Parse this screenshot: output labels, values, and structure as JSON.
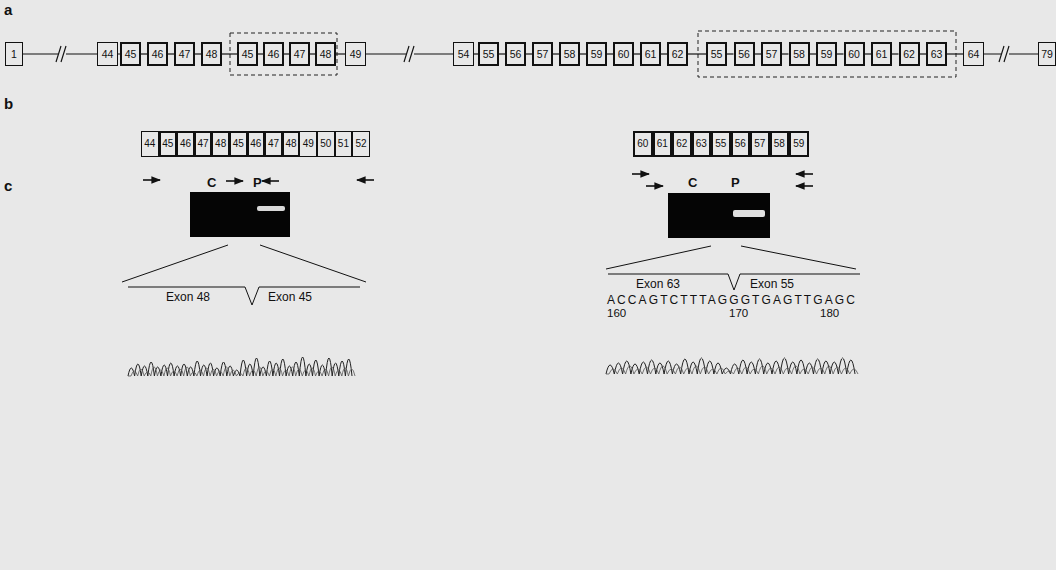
{
  "diagram": {
    "nodes": [
      {
        "text": [
          "1"
        ]
      },
      {
        "text": [
          "44"
        ]
      },
      {
        "text": [
          "45"
        ]
      },
      {
        "text": [
          "46"
        ]
      },
      {
        "text": [
          "47"
        ]
      },
      {
        "text": [
          "48"
        ]
      },
      {
        "text": [
          "45"
        ]
      },
      {
        "text": [
          "46"
        ]
      },
      {
        "text": [
          "47"
        ]
      },
      {
        "text": [
          "48"
        ]
      },
      {
        "text": [
          "49"
        ]
      },
      {
        "text": [
          "54"
        ]
      },
      {
        "text": [
          "55"
        ]
      },
      {
        "text": [
          "56"
        ]
      },
      {
        "text": [
          "57"
        ]
      },
      {
        "text": [
          "58"
        ]
      },
      {
        "text": [
          "59"
        ]
      },
      {
        "text": [
          "60"
        ]
      },
      {
        "text": [
          "61"
        ]
      },
      {
        "text": [
          "62"
        ]
      },
      {
        "text": [
          "55"
        ]
      },
      {
        "text": [
          "56"
        ]
      },
      {
        "text": [
          "57"
        ]
      },
      {
        "text": [
          "58"
        ]
      },
      {
        "text": [
          "59"
        ]
      },
      {
        "text": [
          "60"
        ]
      },
      {
        "text": [
          "61"
        ]
      },
      {
        "text": [
          "62"
        ]
      },
      {
        "text": [
          "63"
        ]
      },
      {
        "text": [
          "64"
        ]
      },
      {
        "text": [
          "79"
        ]
      },
      {
        "text": [
          "44"
        ]
      },
      {
        "text": [
          "45"
        ]
      },
      {
        "text": [
          "46"
        ]
      },
      {
        "text": [
          "47"
        ]
      },
      {
        "text": [
          "48"
        ]
      },
      {
        "text": [
          "45"
        ]
      },
      {
        "text": [
          "46"
        ]
      },
      {
        "text": [
          "47"
        ]
      },
      {
        "text": [
          "48"
        ]
      },
      {
        "text": [
          "49"
        ]
      },
      {
        "text": [
          "50"
        ]
      },
      {
        "text": [
          "51"
        ]
      },
      {
        "text": [
          "52"
        ]
      },
      {
        "text": [
          "60"
        ]
      },
      {
        "text": [
          "61"
        ]
      },
      {
        "text": [
          "62"
        ]
      },
      {
        "text": [
          "63"
        ]
      },
      {
        "text": [
          "55"
        ]
      },
      {
        "text": [
          "56"
        ]
      },
      {
        "text": [
          "57"
        ]
      },
      {
        "text": [
          "58"
        ]
      },
      {
        "text": [
          "59"
        ]
      }
    ],
    "edges": [
      {
        "from": 0,
        "to": 1,
        "arrow": "none"
      },
      {
        "from": 1,
        "to": 2,
        "arrow": "none"
      },
      {
        "from": 2,
        "to": 3,
        "arrow": "none"
      },
      {
        "from": 3,
        "to": 4,
        "arrow": "none"
      },
      {
        "from": 4,
        "to": 5,
        "arrow": "none"
      },
      {
        "from": 5,
        "to": 6,
        "arrow": "none"
      },
      {
        "from": 6,
        "to": 7,
        "arrow": "none"
      },
      {
        "from": 7,
        "to": 8,
        "arrow": "none"
      },
      {
        "from": 8,
        "to": 9,
        "arrow": "none"
      },
      {
        "from": 9,
        "to": 10,
        "arrow": "none"
      },
      {
        "from": 10,
        "to": 11,
        "arrow": "none"
      },
      {
        "from": 11,
        "to": 12,
        "arrow": "none"
      },
      {
        "from": 12,
        "to": 13,
        "arrow": "none"
      },
      {
        "from": 13,
        "to": 14,
        "arrow": "none"
      },
      {
        "from": 14,
        "to": 15,
        "arrow": "none"
      },
      {
        "from": 15,
        "to": 16,
        "arrow": "none"
      },
      {
        "from": 16,
        "to": 17,
        "arrow": "none"
      },
      {
        "from": 17,
        "to": 18,
        "arrow": "none"
      },
      {
        "from": 18,
        "to": 19,
        "arrow": "none"
      },
      {
        "from": 19,
        "to": 20,
        "arrow": "none"
      },
      {
        "from": 20,
        "to": 21,
        "arrow": "none"
      },
      {
        "from": 21,
        "to": 22,
        "arrow": "none"
      },
      {
        "from": 22,
        "to": 23,
        "arrow": "none"
      },
      {
        "from": 23,
        "to": 24,
        "arrow": "none"
      },
      {
        "from": 24,
        "to": 25,
        "arrow": "none"
      },
      {
        "from": 25,
        "to": 26,
        "arrow": "none"
      },
      {
        "from": 26,
        "to": 27,
        "arrow": "none"
      },
      {
        "from": 27,
        "to": 28,
        "arrow": "none"
      },
      {
        "from": 28,
        "to": 29,
        "arrow": "none"
      },
      {
        "from": 29,
        "to": 30,
        "arrow": "none"
      }
    ],
    "labels": [
      "a",
      "b",
      "c",
      "C",
      "P",
      "C",
      "P",
      "Exon 48",
      "Exon 45",
      "Exon 63",
      "Exon 55",
      "ACCAGTCTTTAGGGTGAGTTGAGC",
      "160",
      "170",
      "180"
    ]
  }
}
